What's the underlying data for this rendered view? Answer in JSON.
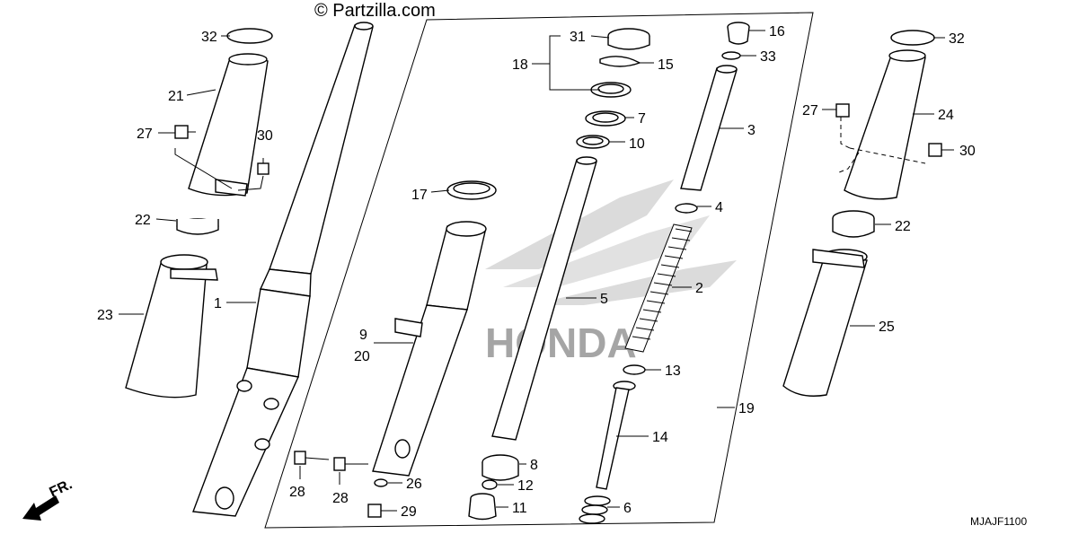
{
  "watermark": "© Partzilla.com",
  "diagram_code": "MJAJF1100",
  "direction_label": "FR.",
  "brand_watermark": "HONDA",
  "callouts": [
    {
      "id": "c1",
      "label": "1"
    },
    {
      "id": "c2",
      "label": "2"
    },
    {
      "id": "c3",
      "label": "3"
    },
    {
      "id": "c4",
      "label": "4"
    },
    {
      "id": "c5",
      "label": "5"
    },
    {
      "id": "c6",
      "label": "6"
    },
    {
      "id": "c7",
      "label": "7"
    },
    {
      "id": "c8",
      "label": "8"
    },
    {
      "id": "c9",
      "label": "9"
    },
    {
      "id": "c10",
      "label": "10"
    },
    {
      "id": "c11",
      "label": "11"
    },
    {
      "id": "c12",
      "label": "12"
    },
    {
      "id": "c13",
      "label": "13"
    },
    {
      "id": "c14",
      "label": "14"
    },
    {
      "id": "c15",
      "label": "15"
    },
    {
      "id": "c16",
      "label": "16"
    },
    {
      "id": "c17",
      "label": "17"
    },
    {
      "id": "c18",
      "label": "18"
    },
    {
      "id": "c19",
      "label": "19"
    },
    {
      "id": "c20",
      "label": "20"
    },
    {
      "id": "c21",
      "label": "21"
    },
    {
      "id": "c22a",
      "label": "22"
    },
    {
      "id": "c22b",
      "label": "22"
    },
    {
      "id": "c23",
      "label": "23"
    },
    {
      "id": "c24",
      "label": "24"
    },
    {
      "id": "c25",
      "label": "25"
    },
    {
      "id": "c26",
      "label": "26"
    },
    {
      "id": "c27a",
      "label": "27"
    },
    {
      "id": "c27b",
      "label": "27"
    },
    {
      "id": "c28a",
      "label": "28"
    },
    {
      "id": "c28b",
      "label": "28"
    },
    {
      "id": "c29",
      "label": "29"
    },
    {
      "id": "c30a",
      "label": "30"
    },
    {
      "id": "c30b",
      "label": "30"
    },
    {
      "id": "c31",
      "label": "31"
    },
    {
      "id": "c32a",
      "label": "32"
    },
    {
      "id": "c32b",
      "label": "32"
    },
    {
      "id": "c33",
      "label": "33"
    }
  ]
}
